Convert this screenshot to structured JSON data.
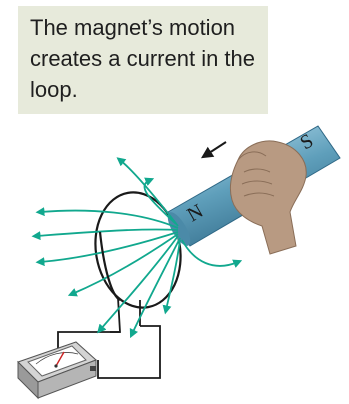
{
  "caption": {
    "text": "The magnet’s motion creates a current in the loop."
  },
  "magnet": {
    "north_label": "N",
    "south_label": "S"
  },
  "colors": {
    "caption_background": "#e7eadb",
    "field_lines": "#11a88e",
    "magnet_body": "#5f9fbb",
    "hand_skin": "#b89a82",
    "wire": "#1a1a1a"
  },
  "icons": [
    "motion-arrow-icon",
    "field-arrow-icon",
    "galvanometer-icon",
    "hand-icon"
  ]
}
